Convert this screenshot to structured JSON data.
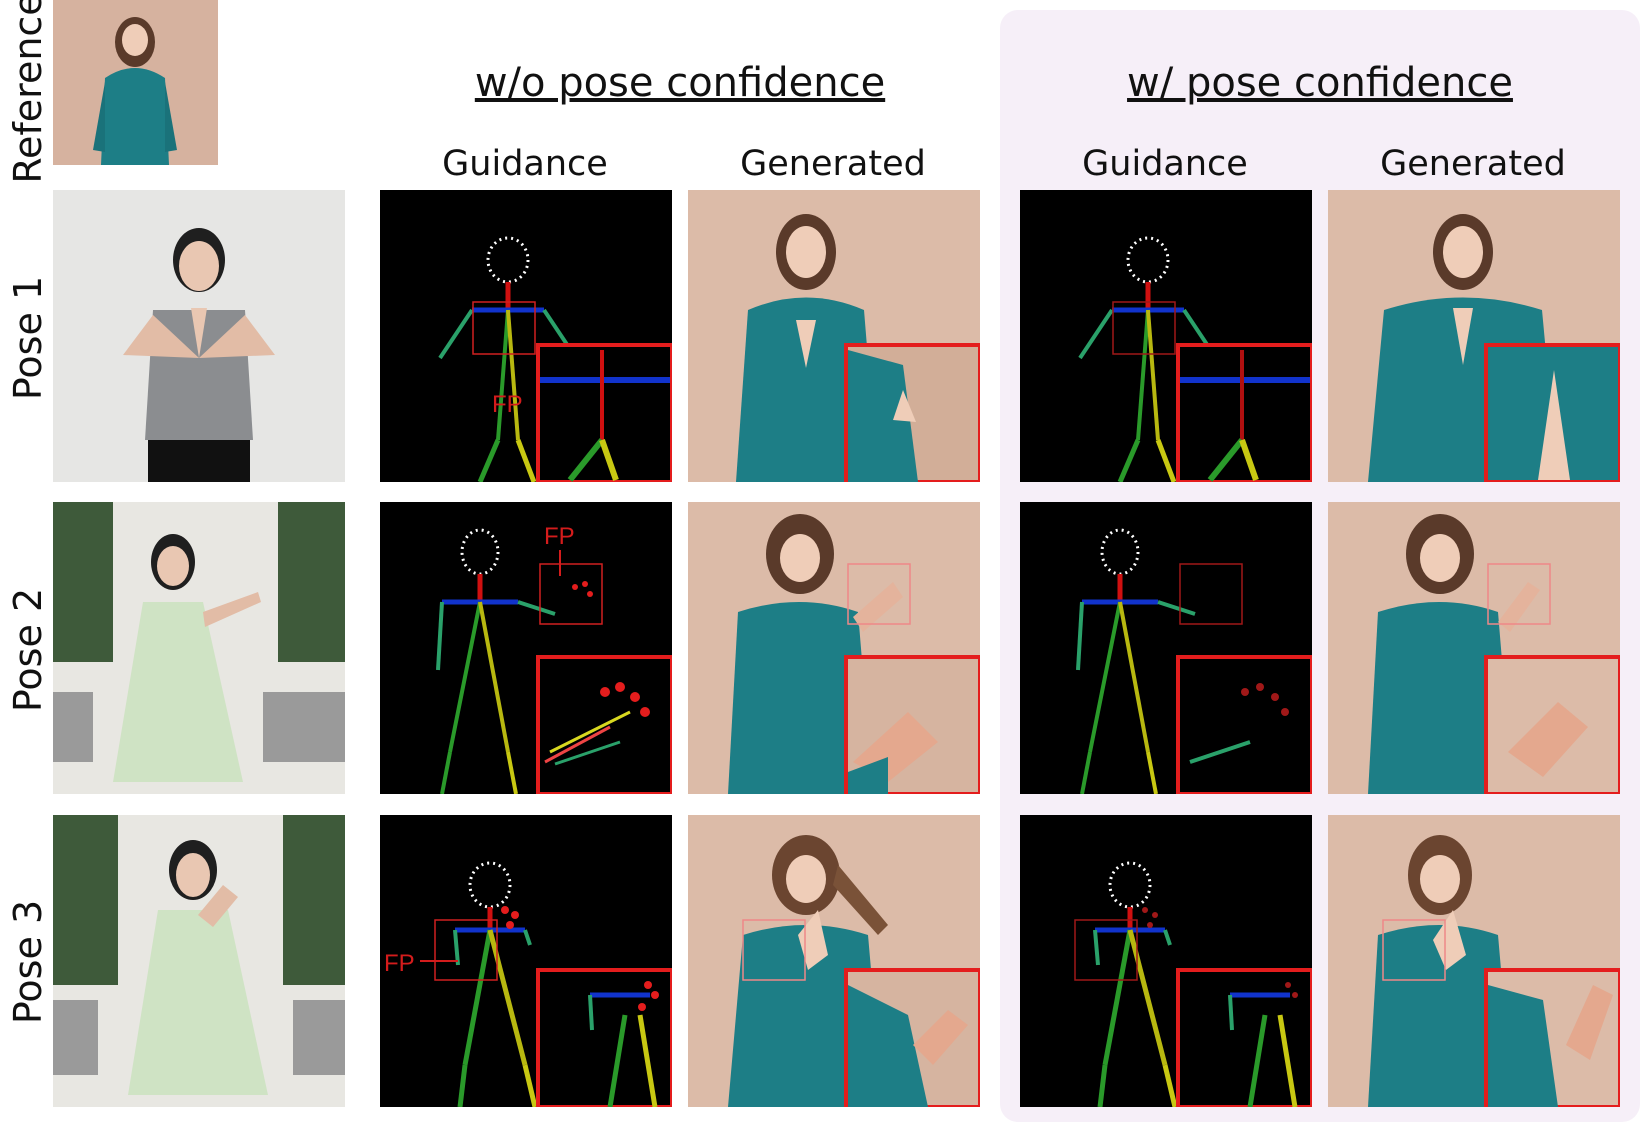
{
  "groups": [
    {
      "title": "w/o pose confidence"
    },
    {
      "title": "w/ pose confidence"
    }
  ],
  "columns": {
    "guidance": "Guidance",
    "generated": "Generated"
  },
  "rows": [
    {
      "label": "Reference"
    },
    {
      "label": "Pose 1"
    },
    {
      "label": "Pose 2"
    },
    {
      "label": "Pose 3"
    }
  ],
  "annotations": {
    "fp": "FP"
  },
  "colors": {
    "panel_bg": "#f6eff8",
    "zoom_box": "#e41d1d",
    "wall": "#dcbba8",
    "hoodie": "#1d7e86",
    "skeleton_bg": "#000000"
  }
}
